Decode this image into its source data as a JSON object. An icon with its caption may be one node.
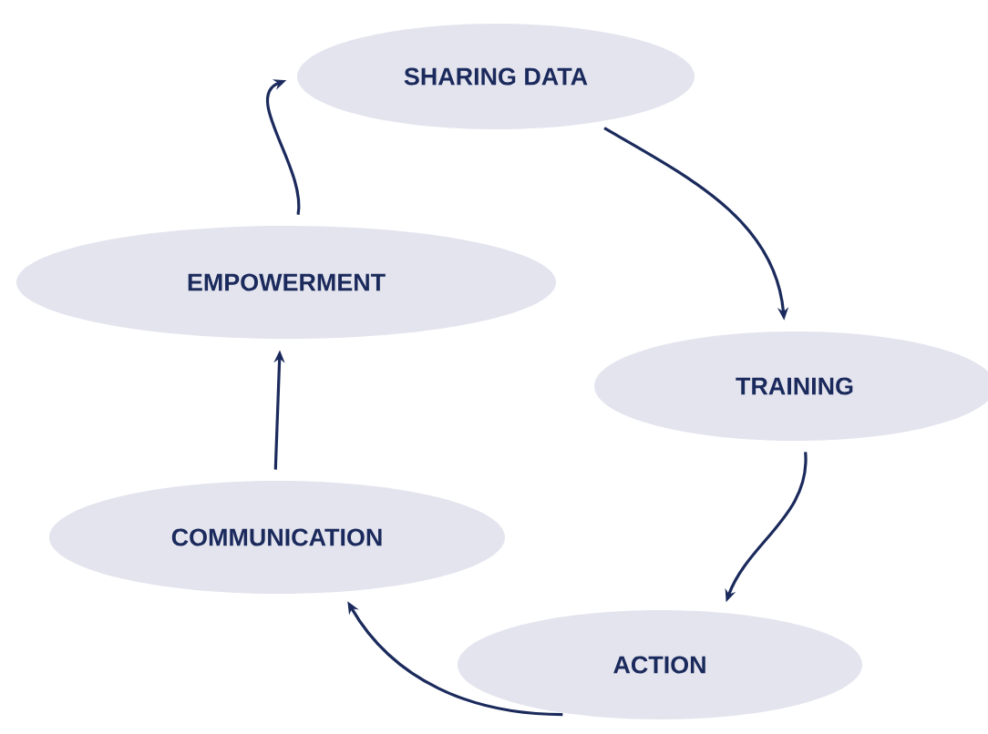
{
  "diagram": {
    "nodes": [
      {
        "text": [
          "SHARING DATA"
        ]
      },
      {
        "text": [
          "TRAINING"
        ]
      },
      {
        "text": [
          "ACTION"
        ]
      },
      {
        "text": [
          "COMMUNICATION"
        ]
      },
      {
        "text": [
          "EMPOWERMENT"
        ]
      }
    ],
    "edges": [
      {
        "from": 0,
        "to": 1,
        "arrow": "to"
      },
      {
        "from": 1,
        "to": 2,
        "arrow": "to"
      },
      {
        "from": 2,
        "to": 3,
        "arrow": "to"
      },
      {
        "from": 3,
        "to": 4,
        "arrow": "to"
      },
      {
        "from": 4,
        "to": 0,
        "arrow": "to"
      }
    ]
  }
}
